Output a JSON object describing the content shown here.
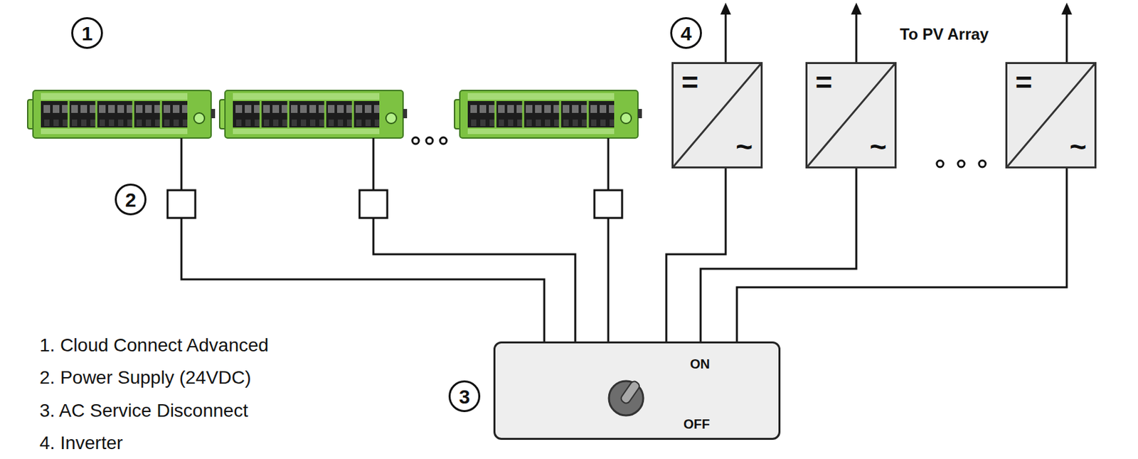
{
  "diagram": {
    "nodes": [
      {
        "text": [
          "1"
        ]
      },
      {
        "text": [
          "4"
        ]
      },
      {
        "text": [
          "=",
          "~"
        ]
      },
      {
        "text": [
          "=",
          "~"
        ]
      },
      {
        "text": [
          "=",
          "~"
        ]
      },
      {
        "text": [
          "2"
        ]
      },
      {
        "text": [
          "3"
        ]
      },
      {
        "text": [
          "ON",
          "OFF"
        ]
      }
    ],
    "edges": [
      {
        "from": 2,
        "to": 7,
        "arrow": "none"
      },
      {
        "from": 3,
        "to": 7,
        "arrow": "none"
      },
      {
        "from": 4,
        "to": 7,
        "arrow": "none"
      }
    ],
    "labels": [
      "To PV Array",
      "1. Cloud Connect Advanced",
      "2. Power Supply (24VDC)",
      "3. AC Service Disconnect",
      "4. Inverter"
    ]
  }
}
